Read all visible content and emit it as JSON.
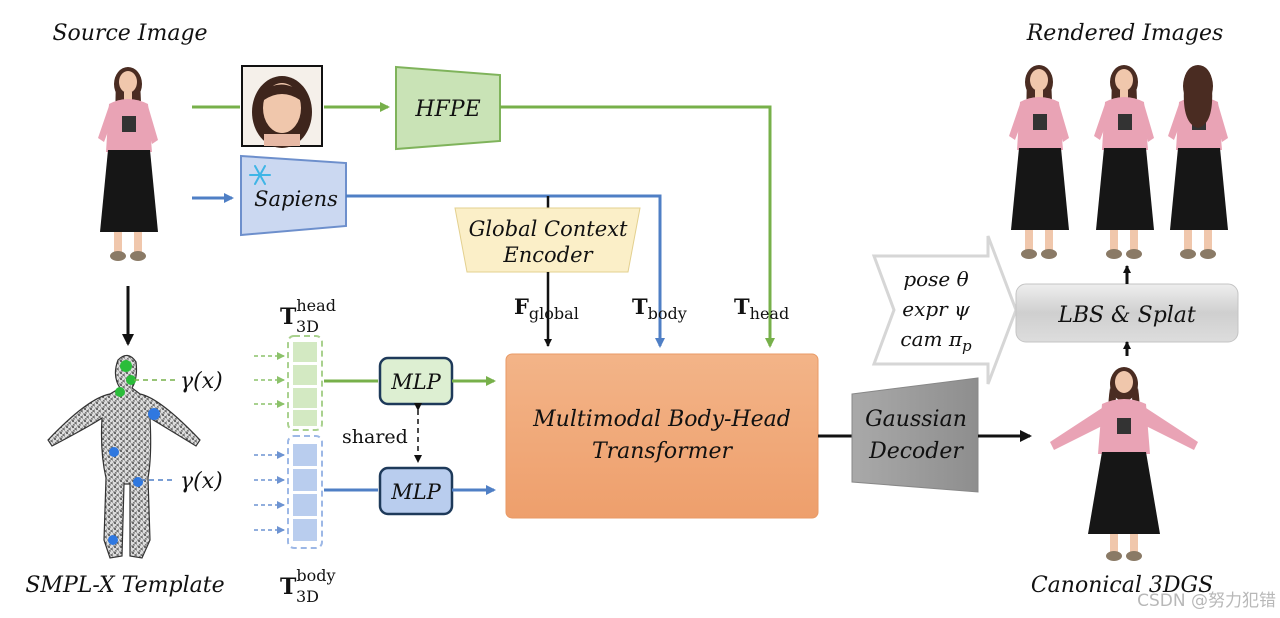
{
  "labels": {
    "source_image": "Source Image",
    "rendered_images": "Rendered Images",
    "smplx_template": "SMPL-X Template",
    "canonical_3dgs": "Canonical 3DGS"
  },
  "blocks": {
    "hfpe": "HFPE",
    "sapiens": "Sapiens",
    "global_context_line1": "Global Context",
    "global_context_line2": "Encoder",
    "mlp": "MLP",
    "transformer_line1": "Multimodal Body-Head",
    "transformer_line2": "Transformer",
    "gaussian_line1": "Gaussian",
    "gaussian_line2": "Decoder",
    "lbs_splat": "LBS & Splat"
  },
  "symbols": {
    "f_global_main": "F",
    "f_global_sub": "global",
    "t_body_main": "T",
    "t_body_sub": "body",
    "t_head_main": "T",
    "t_head_sub": "head",
    "t3d_main": "T",
    "t3d_head_sup": "head",
    "t3d_body_sup": "body",
    "t3d_sub": "3D",
    "gamma_head": "γ(x)",
    "gamma_body": "γ(x)",
    "shared": "shared"
  },
  "params": {
    "pose": "pose θ",
    "expr": "expr ψ",
    "cam_main": "cam π",
    "cam_sub": "p"
  },
  "watermark": "CSDN @努力犯错",
  "colors": {
    "green_line": "#77b04a",
    "blue_line": "#4f7fc5",
    "transformer_fill": "#f1a97a",
    "hfpe_fill": "#c9e3b6",
    "sapiens_fill": "#cbd8f1",
    "encoder_fill": "#fbefc8",
    "decoder_fill": "#9e9e9e",
    "lbs_fill": "#d4d4d4",
    "mlp_green_fill": "#ddefd2",
    "mlp_blue_fill": "#b9cdee",
    "skin": "#f0c7ac",
    "hoodie": "#e9a3b5",
    "skirt": "#161616",
    "hair": "#4a2c22"
  }
}
